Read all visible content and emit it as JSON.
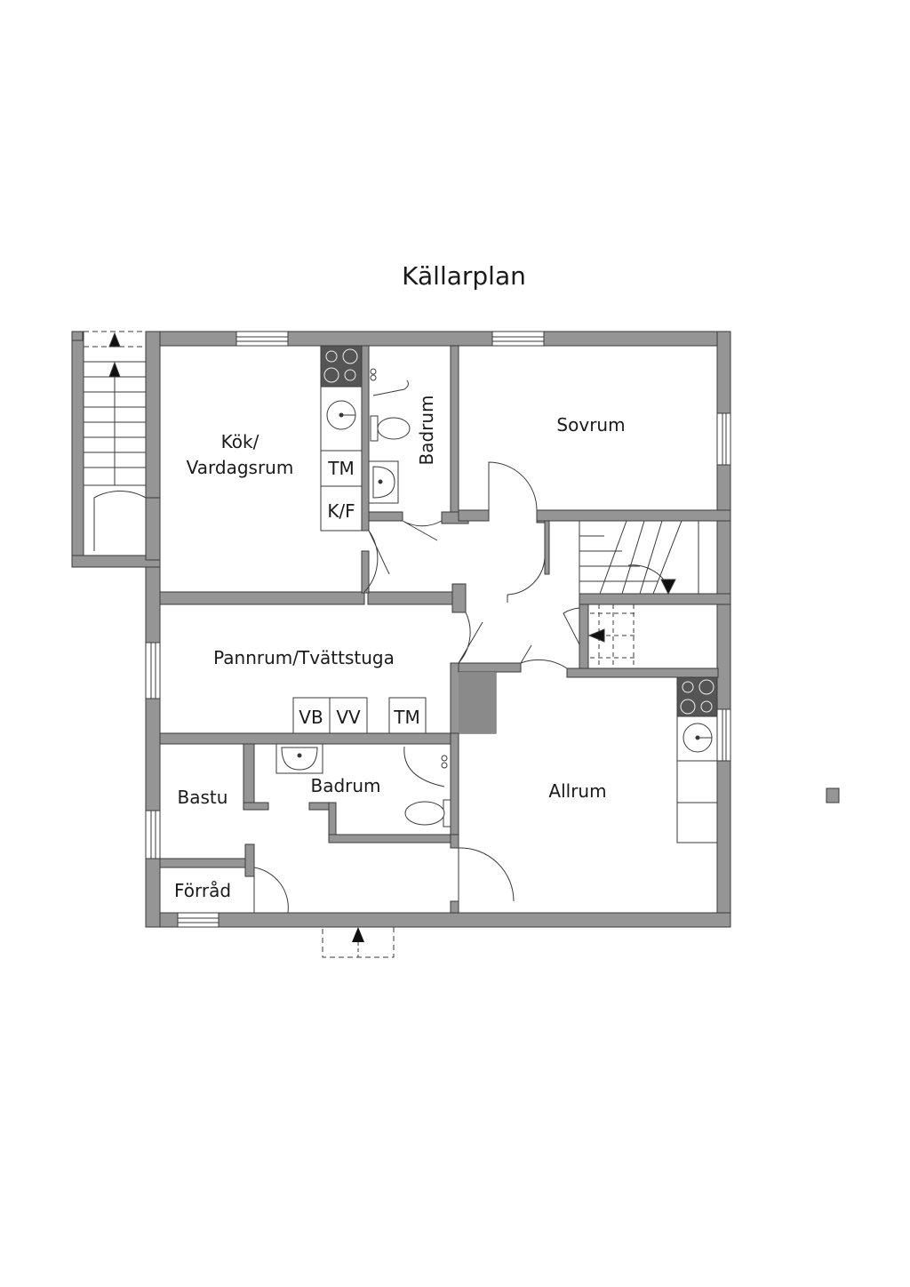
{
  "title": "Källarplan",
  "rooms": {
    "kok_line1": "Kök/",
    "kok_line2": "Vardagsrum",
    "badrum_top": "Badrum",
    "sovrum": "Sovrum",
    "pannrum": "Pannrum/Tvättstuga",
    "bastu": "Bastu",
    "badrum_bottom": "Badrum",
    "allrum": "Allrum",
    "forrad": "Förråd"
  },
  "appliances": {
    "tm_kitchen": "TM",
    "kf": "K/F",
    "vb": "VB",
    "vv": "VV",
    "tm_laundry": "TM"
  },
  "colors": {
    "wall": "#959595",
    "wall_edge": "#3a3a3a",
    "line": "#2a2a2a",
    "stove": "#555555",
    "dark_block": "#8a8a8a"
  }
}
